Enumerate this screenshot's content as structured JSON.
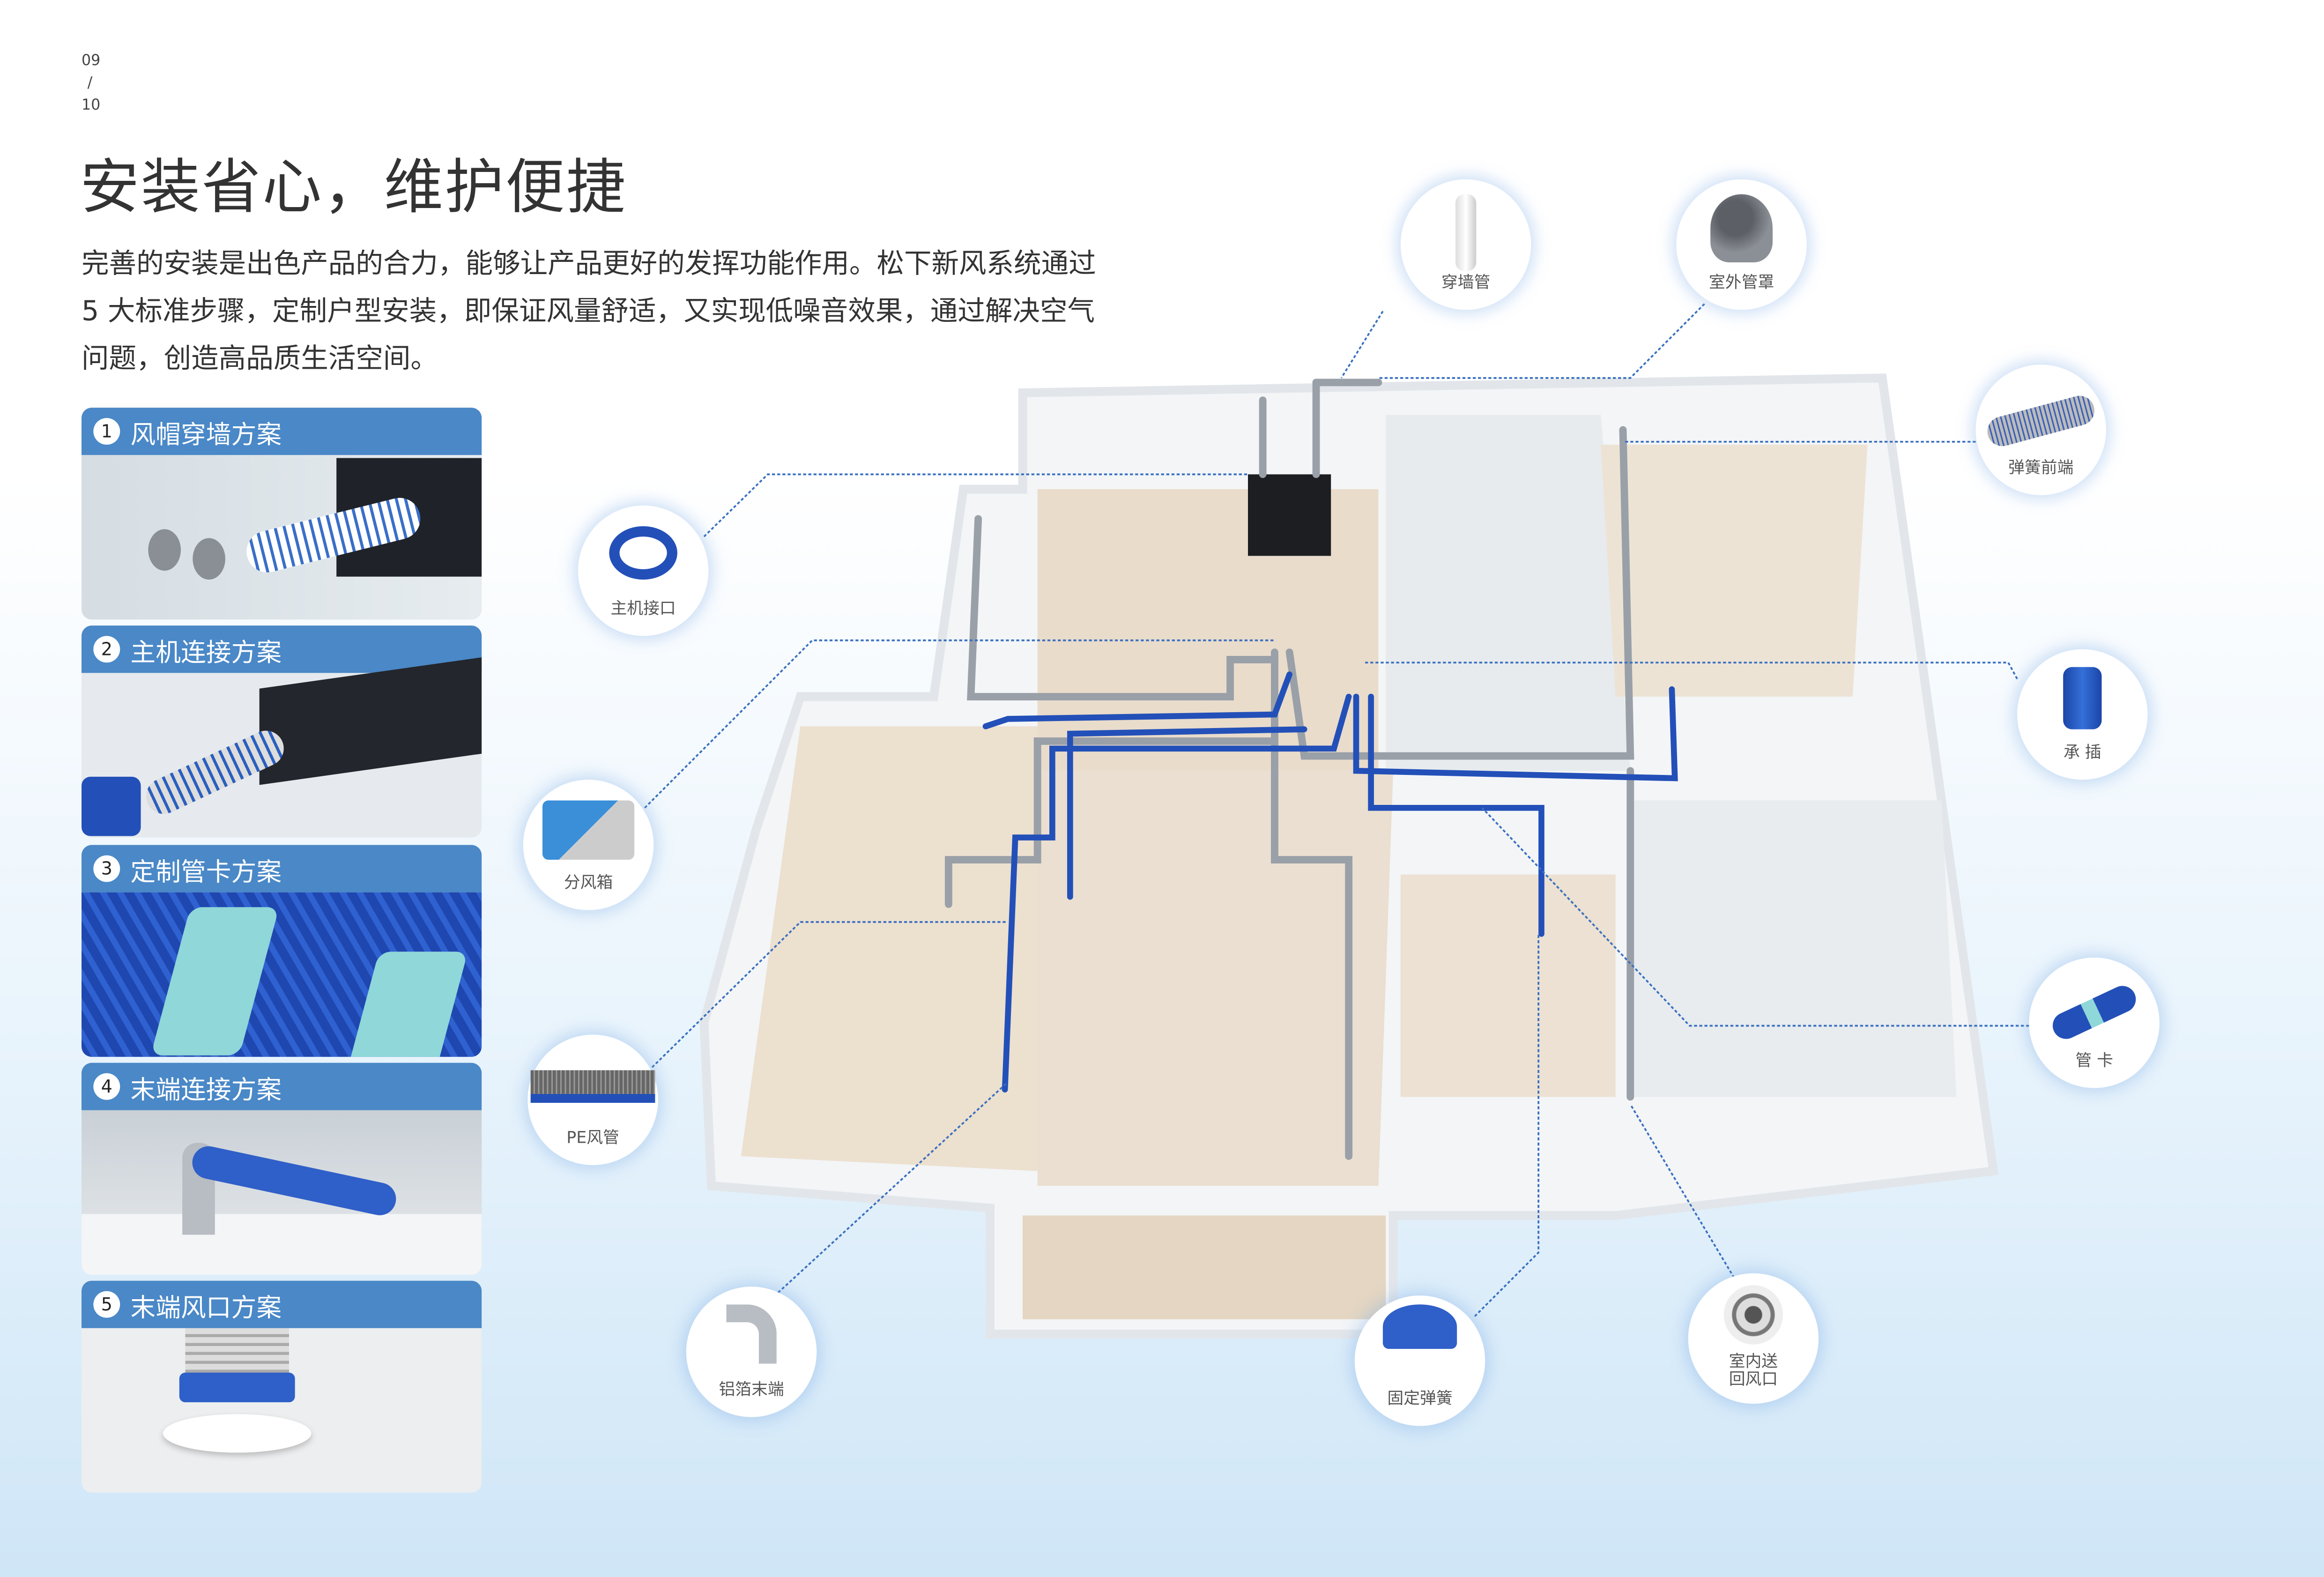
{
  "page": {
    "current": "09",
    "sep": "/",
    "total": "10"
  },
  "title": "安装省心，维护便捷",
  "intro": "完善的安装是出色产品的合力，能够让产品更好的发挥功能作用。松下新风系统通过 5 大标准步骤，定制户型安装，即保证风量舒适，又实现低噪音效果，通过解决空气问题，创造高品质生活空间。",
  "solutions": [
    {
      "num": "1",
      "label": "风帽穿墙方案"
    },
    {
      "num": "2",
      "label": "主机连接方案"
    },
    {
      "num": "3",
      "label": "定制管卡方案"
    },
    {
      "num": "4",
      "label": "末端连接方案"
    },
    {
      "num": "5",
      "label": "末端风口方案"
    }
  ],
  "components": {
    "wall_pipe": "穿墙管",
    "outdoor_hood": "室外管罩",
    "spring_front": "弹簧前端",
    "host_interface": "主机接口",
    "socket": "承 插",
    "distribution_box": "分风箱",
    "pipe_clamp": "管 卡",
    "pe_duct": "PE风管",
    "foil_end": "铝箔末端",
    "fixing_spring": "固定弹簧",
    "indoor_vent": "室内送\n回风口"
  },
  "colors": {
    "accent": "#4a88c7",
    "duct_blue": "#2350b8",
    "leader": "#3a70c0"
  }
}
